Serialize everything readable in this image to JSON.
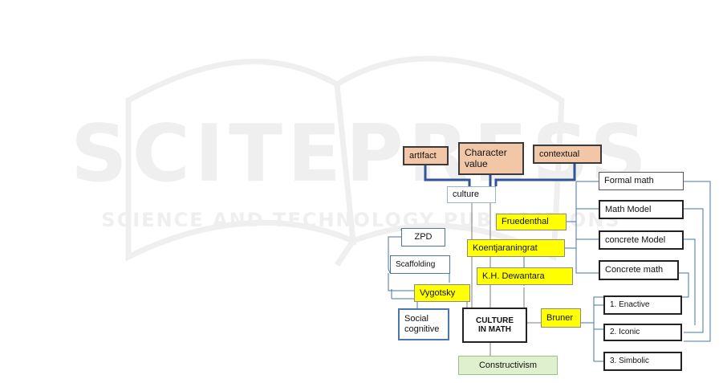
{
  "watermark": {
    "brand": "SCITEPRESS",
    "tagline": "SCIENCE AND TECHNOLOGY PUBLICATIONS",
    "color": "#efefef"
  },
  "colors": {
    "peach": "#f2c7a8",
    "yellow": "#ffff00",
    "blue_line": "#4a76a8",
    "dark_blue_line": "#2f5597",
    "green": "#dff0cf"
  },
  "nodes": {
    "artifact": "artIfact",
    "character_value": "Character value",
    "contextual": "contextual",
    "culture": "culture",
    "formal_math": "Formal math",
    "math_model": "Math Model",
    "concrete_model": "concrete Model",
    "concrete_math": "Concrete math",
    "fruedenthal": "Fruedenthal",
    "koentjaraningrat": "Koentjaraningrat",
    "kh_dewantara": "K.H. Dewantara",
    "zpd": "ZPD",
    "scaffolding": "Scaffolding",
    "vygotsky": "Vygotsky",
    "social_cognitive": "Social cognitive",
    "culture_in_math": "CULTURE IN MATH",
    "bruner": "Bruner",
    "enactive": "1. Enactive",
    "iconic": "2. Iconic",
    "simbolic": "3. Simbolic",
    "constructivism": "Constructivism"
  }
}
